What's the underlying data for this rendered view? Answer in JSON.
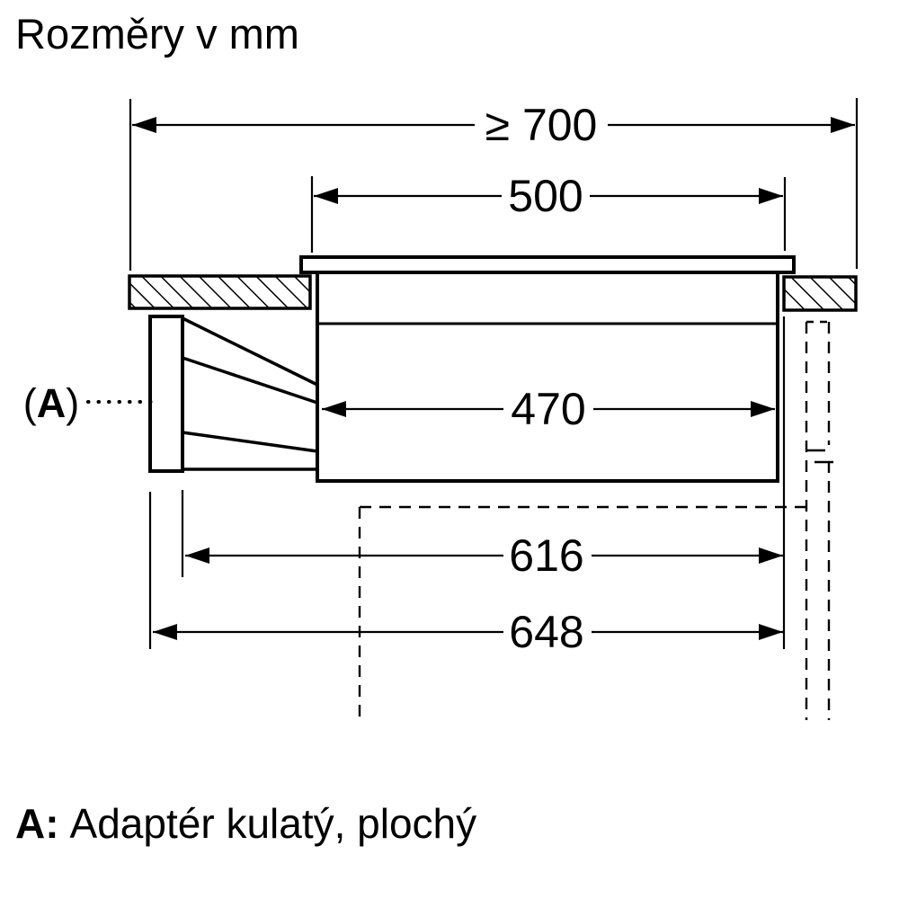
{
  "title": "Rozměry v mm",
  "dims": {
    "d700": "≥ 700",
    "d500": "500",
    "d470": "470",
    "d616": "616",
    "d648": "648"
  },
  "adapter_label": {
    "open": "(",
    "letter": "A",
    "close": ")"
  },
  "footnote": {
    "prefix": "A:",
    "text": "Adaptér kulatý, plochý"
  },
  "colors": {
    "ink": "#000000",
    "paper": "#ffffff"
  }
}
